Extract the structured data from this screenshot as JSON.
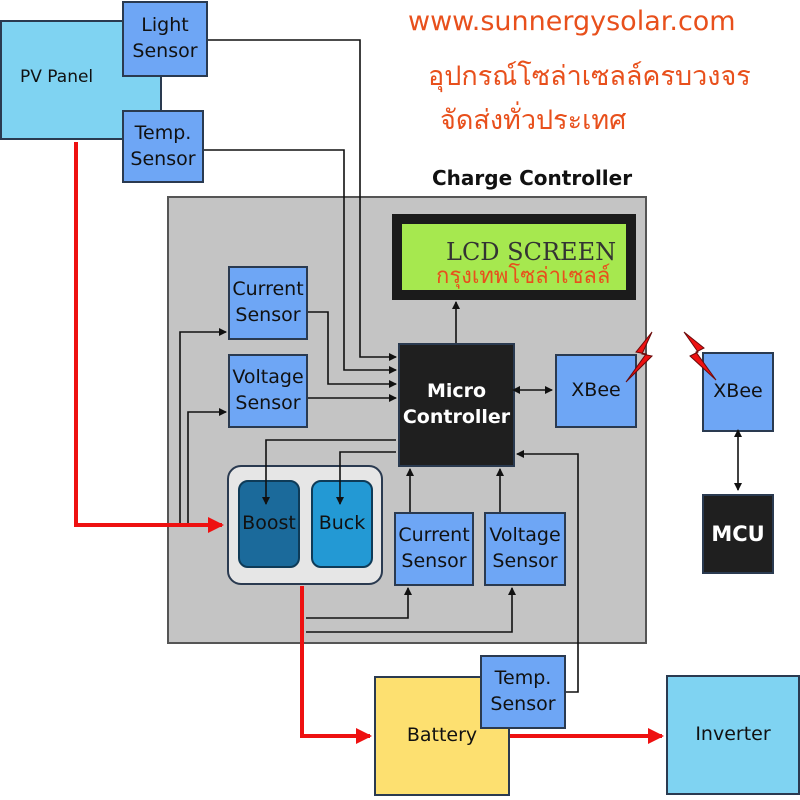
{
  "header": {
    "website": "www.sunnergysolar.com",
    "line2": "อุปกรณ์โซล่าเซลล์ครบวงจร",
    "line3": "จัดส่งทั่วประเทศ"
  },
  "controller_title": "Charge Controller",
  "blocks": {
    "pv_panel": "PV Panel",
    "light_sensor": "Light\nSensor",
    "temp_sensor_top": "Temp.\nSensor",
    "lcd_screen": "LCD SCREEN",
    "lcd_overlay": "กรุงเทพโซล่าเซลล์",
    "current_sensor_upper": "Current\nSensor",
    "voltage_sensor_upper": "Voltage\nSensor",
    "micro_controller": "Micro\nController",
    "xbee_controller": "XBee",
    "xbee_remote": "XBee",
    "mcu": "MCU",
    "boost": "Boost",
    "buck": "Buck",
    "current_sensor_lower": "Current\nSensor",
    "voltage_sensor_lower": "Voltage\nSensor",
    "battery": "Battery",
    "temp_sensor_battery": "Temp.\nSensor",
    "inverter": "Inverter"
  },
  "colors": {
    "controller_bg": "#c4c4c4",
    "sensor_blue": "#6ea6f5",
    "pv_cyan": "#7fd3f2",
    "battery_yellow": "#fde070",
    "lcd_green": "#a6e84f",
    "power_line_red": "#ee1111",
    "header_orange": "#e8501c",
    "boost_dark_blue": "#1b6a9b",
    "buck_blue": "#2399d4"
  }
}
